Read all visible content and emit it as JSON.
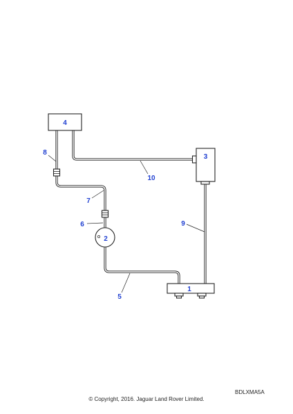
{
  "callouts": {
    "c1": "1",
    "c2": "2",
    "c3": "3",
    "c4": "4",
    "c5": "5",
    "c6": "6",
    "c7": "7",
    "c8": "8",
    "c9": "9",
    "c10": "10"
  },
  "reference_code": "BDLXMA5A",
  "copyright": "© Copyright, 2016. Jaguar Land Rover Limited.",
  "colors": {
    "callout": "#1f3fd1",
    "line": "#222222"
  }
}
